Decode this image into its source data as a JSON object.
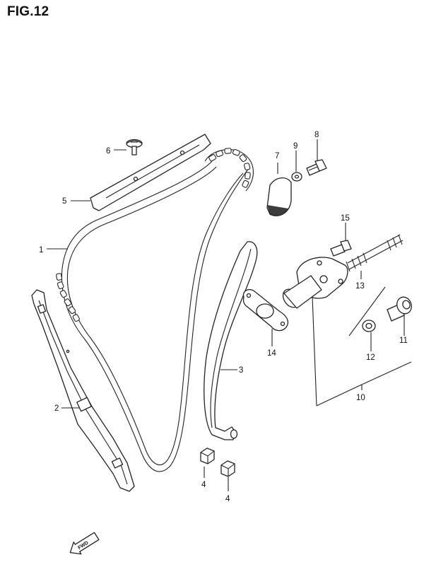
{
  "figure": {
    "title": "FIG.12"
  },
  "callouts": [
    {
      "id": "1",
      "label": "1"
    },
    {
      "id": "2",
      "label": "2"
    },
    {
      "id": "3",
      "label": "3"
    },
    {
      "id": "4a",
      "label": "4"
    },
    {
      "id": "4b",
      "label": "4"
    },
    {
      "id": "5",
      "label": "5"
    },
    {
      "id": "6",
      "label": "6"
    },
    {
      "id": "7",
      "label": "7"
    },
    {
      "id": "8",
      "label": "8"
    },
    {
      "id": "9",
      "label": "9"
    },
    {
      "id": "10",
      "label": "10"
    },
    {
      "id": "11",
      "label": "11"
    },
    {
      "id": "12",
      "label": "12"
    },
    {
      "id": "13",
      "label": "13"
    },
    {
      "id": "14",
      "label": "14"
    },
    {
      "id": "15",
      "label": "15"
    }
  ],
  "fwd_label": "FWD"
}
